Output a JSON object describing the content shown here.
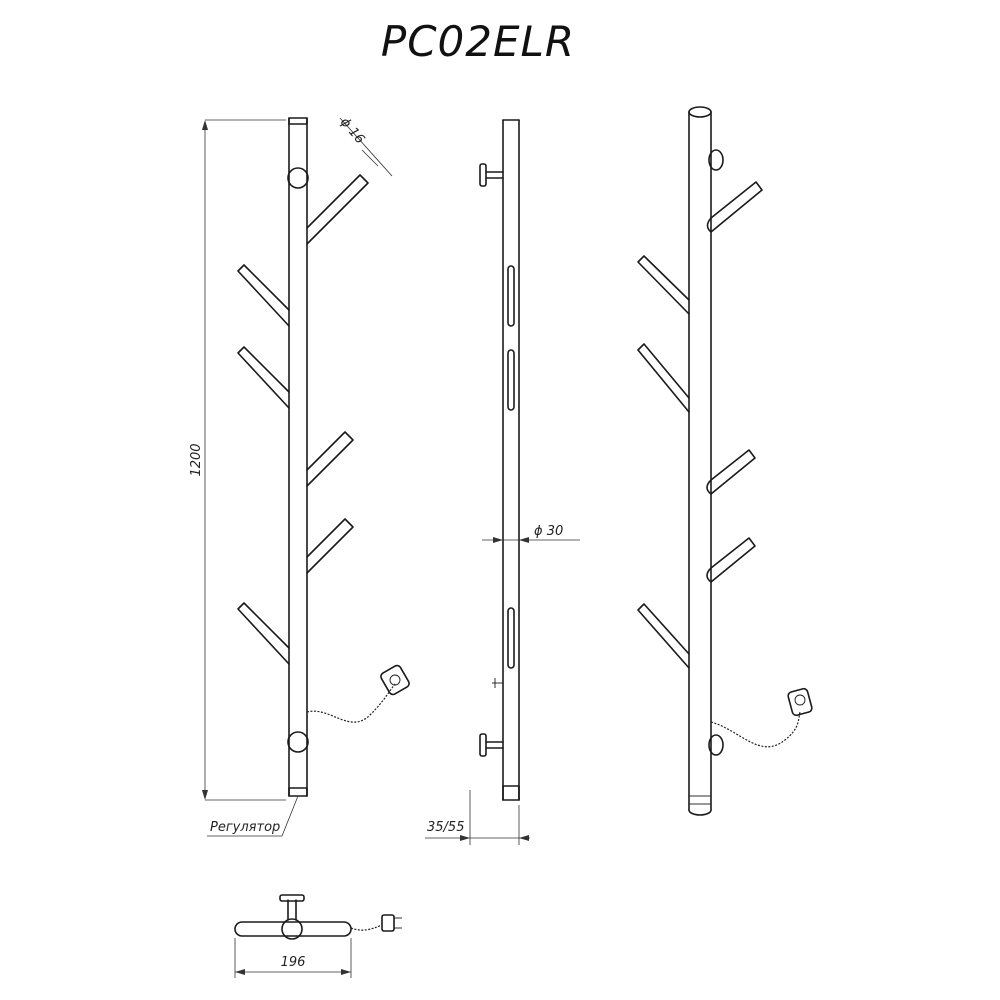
{
  "title": "PC02ELR",
  "dimensions": {
    "height": "1200",
    "branch_diameter": "ϕ 16",
    "pipe_diameter": "ϕ 30",
    "wall_offset": "35/55",
    "width": "196"
  },
  "labels": {
    "regulator": "Регулятор"
  }
}
